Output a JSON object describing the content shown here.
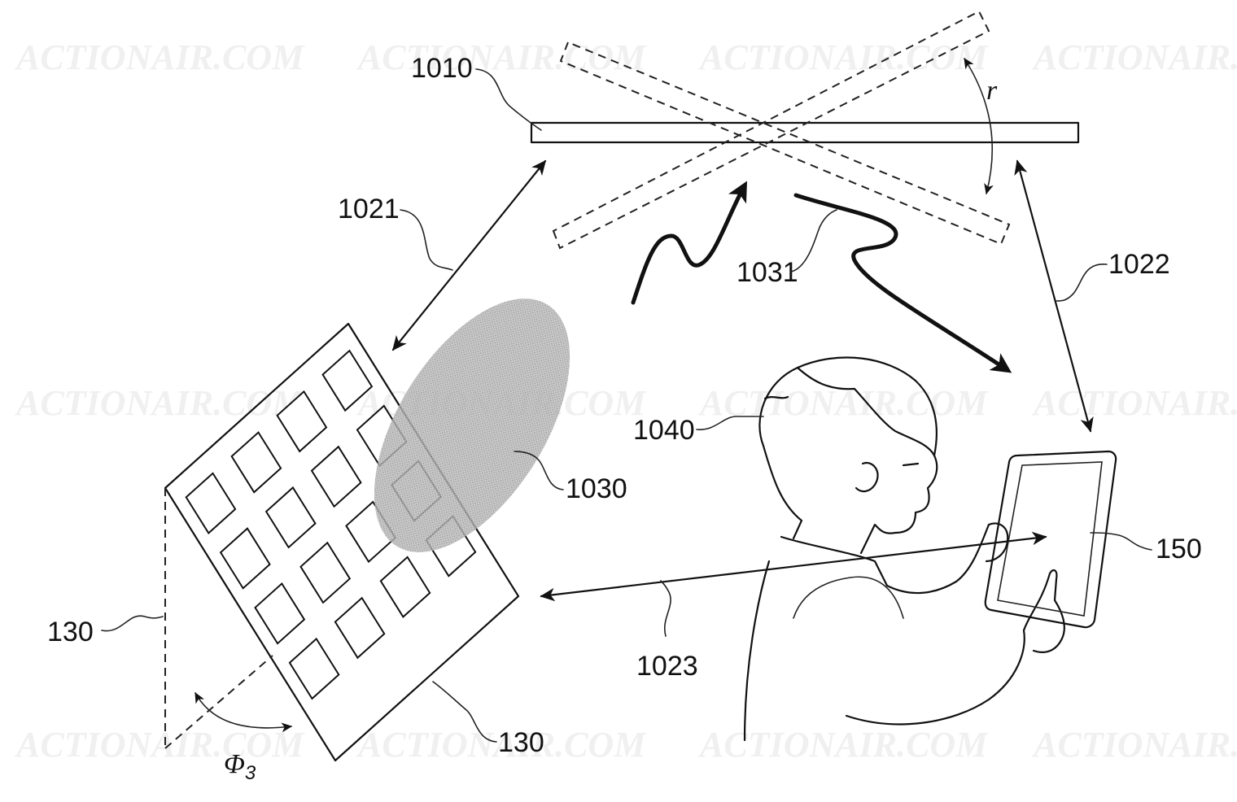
{
  "watermark": {
    "text": "ACTIONAIR.COM"
  },
  "labels": {
    "reflector": "1010",
    "link_panel_reflector": "1021",
    "link_reflector_device": "1022",
    "link_panel_device": "1023",
    "beam": "1030",
    "signal_path": "1031",
    "user": "1040",
    "device": "150",
    "panel_left": "130",
    "panel_bottom": "130",
    "rotation": "r",
    "tilt_angle_symbol": "Φ",
    "tilt_angle_subscript": "3"
  }
}
